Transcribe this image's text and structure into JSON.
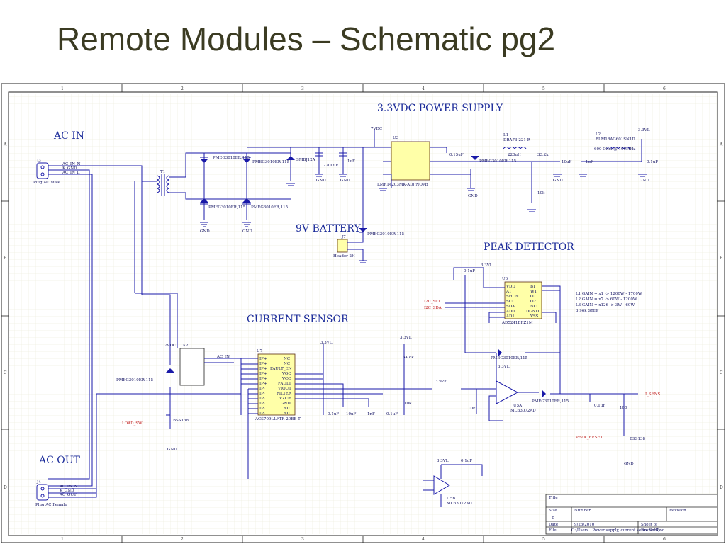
{
  "title": "Remote Modules – Schematic pg2",
  "sections": {
    "power_supply": "3.3VDC POWER SUPPLY",
    "ac_in": "AC IN",
    "battery": "9V BATTERY",
    "peak_detector": "PEAK DETECTOR",
    "current_sensor": "CURRENT SENSOR",
    "ac_out": "AC OUT"
  },
  "grid": {
    "columns": [
      "1",
      "2",
      "3",
      "4",
      "5",
      "6"
    ],
    "rows": [
      "A",
      "B",
      "C",
      "D"
    ]
  },
  "components": {
    "j3": "J3",
    "j3_desc": "Plug AC Male",
    "j4": "J4",
    "j4_desc": "Plug AC Female",
    "t1": "T1",
    "d12": "PMEG3010ER,115",
    "d9": "PMEG3010ER,115",
    "d13": "PMEG3010ER,115",
    "d14": "PMEG3010ER,115",
    "d11": "SMBJ12A",
    "c19": "2200uF",
    "c20": "1uF",
    "u3": "U3",
    "u3_part": "LMR14203MK-ADJ/NOPB",
    "c18": "0.15uF",
    "d10": "PMEG3010ER,115",
    "l1": "L1",
    "l1_part": "DRA73-221-R",
    "l1_val": "220uH",
    "r9": "33.2k",
    "r10": "10k",
    "c21": "10uF",
    "c22": "1uF",
    "l2": "L2",
    "l2_part": "BLM18AG601SN1D",
    "l2_val": "600 Ohm @ 100MHz",
    "c23": "0.1uF",
    "j7": "J7",
    "j7_desc": "Header 2H",
    "d7": "PMEG3010ER,115",
    "c24": "0.1uF",
    "u6": "U6",
    "u6_part": "AD5241BRZ1M",
    "gain_notes": [
      "L1 GAIN = x1 -> 1200W - 1700W",
      "L2 GAIN = x7 -> 60W - 1200W",
      "L3 GAIN = x126 -> 3W - 60W",
      "3.96k STEP"
    ],
    "k2": "K2",
    "d16": "PMEG3010ER,115",
    "q3": "BSS138",
    "u7": "U7",
    "u7_part": "ACS709LLFTR-20BB-T",
    "r11": "34.8k",
    "r13": "10k",
    "r12": "3.92k",
    "r14": "10k",
    "c26": "0.1uF",
    "c27": "10nF",
    "c28": "1nF",
    "c29": "0.1uF",
    "d15": "PMEG3010ER,115",
    "u5a": "U5A",
    "u5a_part": "MC33072AD",
    "d17": "PMEG3010ER,115",
    "c25": "0.1uF",
    "r15": "100",
    "q2": "BSS138",
    "c30": "0.1uF",
    "u5b": "U5B",
    "u5b_part": "MC33072AD",
    "rail_7vdc": "7VDC",
    "rail_33vl": "3.3VL",
    "gnd": "GND"
  },
  "nets": {
    "ac_in_n": "AC_IN_N",
    "k_gnd": "K_GND",
    "ac_in_l": "AC_IN_L",
    "ac_out_n": "AC_IN_N",
    "ac_out_l": "AC_OUT",
    "ac_in": "AC_IN",
    "i2c_scl": "I2C_SCL",
    "i2c_sda": "I2C_SDA",
    "load_sw": "LOAD_SW",
    "peak_reset": "PEAK_RESET",
    "i_sens": "I_SENS"
  },
  "u7_pins_left": [
    "IP+",
    "IP+",
    "IP+",
    "IP+",
    "IP+",
    "IP+",
    "IP-",
    "IP-",
    "IP-",
    "IP-",
    "IP-",
    "IP-"
  ],
  "u7_pins_right": [
    "NC",
    "NC",
    "FAULT_EN",
    "VOC",
    "VCC",
    "FAULT",
    "VIOUT",
    "FILTER",
    "VZCR",
    "GND",
    "NC",
    "NC"
  ],
  "u6_pins_left": [
    "VDD",
    "A1",
    "SHDN",
    "SCL",
    "SDA",
    "AD0",
    "AD1"
  ],
  "u6_pins_right": [
    "B1",
    "W1",
    "O1",
    "O2",
    "NC",
    "DGND",
    "VSS"
  ],
  "title_block": {
    "title": "Title",
    "size_label": "Size",
    "size": "B",
    "number_label": "Number",
    "revision_label": "Revision",
    "date_label": "Date",
    "date": "9/26/2010",
    "file_label": "File",
    "file": "C:\\Users...Power supply, current sense.SchDoc",
    "sheet_label": "Sheet  of",
    "drawn_label": "Drawn By:"
  }
}
